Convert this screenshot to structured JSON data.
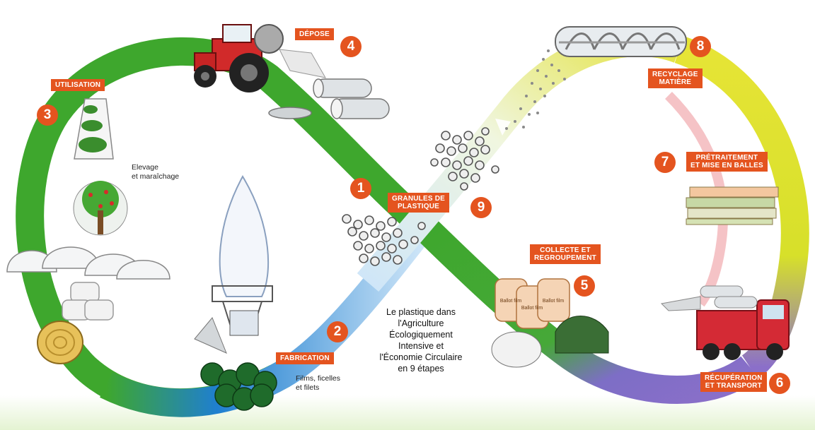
{
  "title": "Le plastique dans\nl'Agriculture\nÉcologiquement\nIntensive et\nl'Économie Circulaire\nen 9 étapes",
  "steps": [
    {
      "number": "1",
      "label": "GRANULES DE\nPLASTIQUE"
    },
    {
      "number": "2",
      "label": "FABRICATION",
      "note": "Films, ficelles\net filets"
    },
    {
      "number": "3",
      "label": "UTILISATION",
      "note": "Elevage\net maraîchage"
    },
    {
      "number": "4",
      "label": "DÉPOSE"
    },
    {
      "number": "5",
      "label": "COLLECTE ET\nREGROUPEMENT"
    },
    {
      "number": "6",
      "label": "RÉCUPÉRATION\nET TRANSPORT"
    },
    {
      "number": "7",
      "label": "PRÉTRAITEMENT\nET MISE EN BALLES"
    },
    {
      "number": "8",
      "label": "RECYCLAGE\nMATIÈRE"
    },
    {
      "number": "9",
      "label": ""
    }
  ],
  "bag_label": "Ballot film",
  "colors": {
    "badge": "#e4541f",
    "green": "#3ea72d",
    "blue": "#1f7fd0",
    "violet": "#8b6fc9",
    "yellow": "#dfe02a",
    "pink": "#f3b4b8"
  },
  "icons": [
    "tractor-icon",
    "tray-icon",
    "apple-tree-icon",
    "tunnel-icon",
    "round-bale-icon",
    "hay-bale-icon",
    "blown-film-tower-icon",
    "net-roll-icon",
    "bag-icon",
    "truck-icon",
    "bale-stack-icon",
    "extruder-screw-icon",
    "granules-icon"
  ]
}
